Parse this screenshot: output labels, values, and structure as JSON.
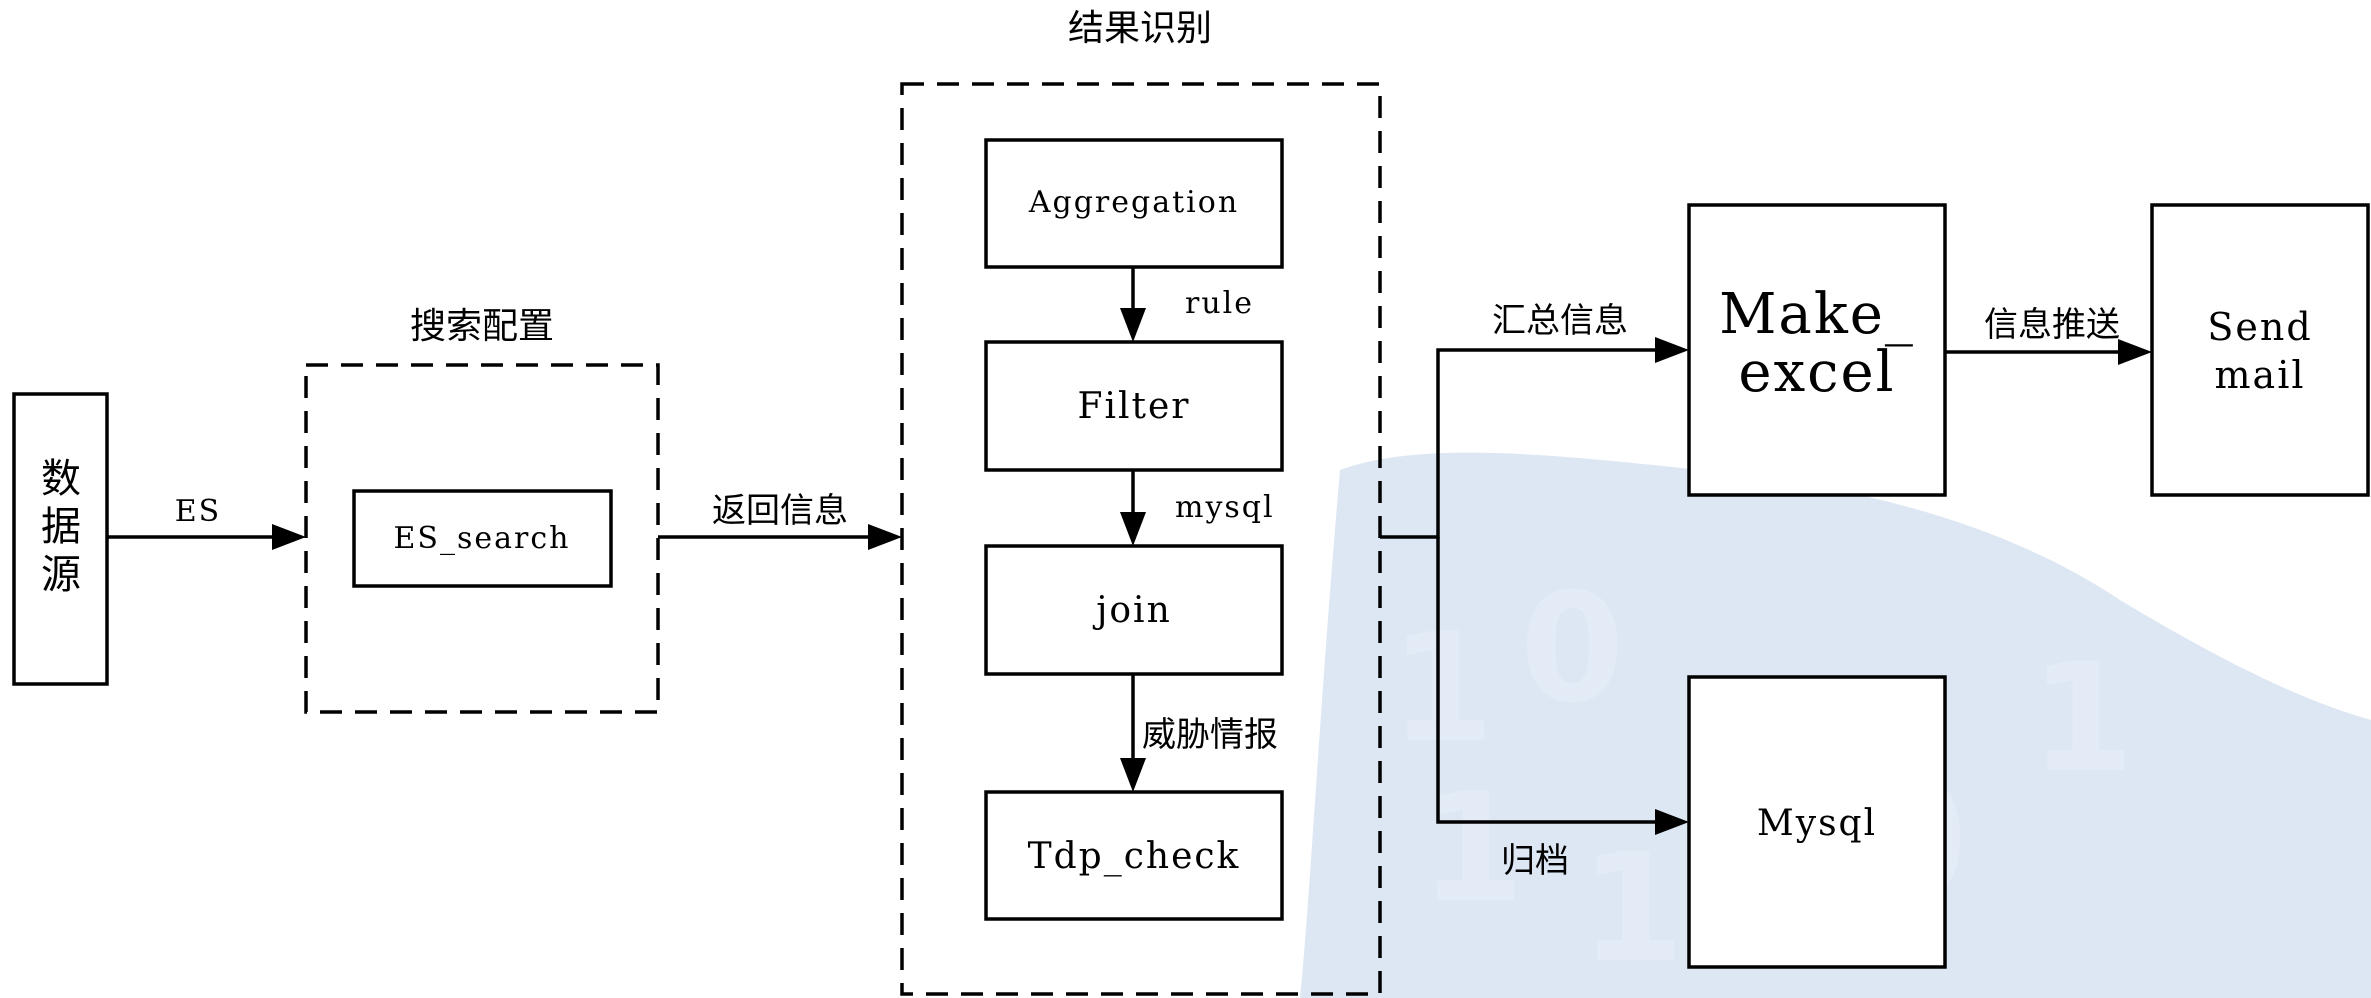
{
  "nodes": {
    "data_source": "数\n据\n源",
    "es_search": "ES_search",
    "aggregation": "Aggregation",
    "filter": "Filter",
    "join": "join",
    "tdp_check": "Tdp_check",
    "make_excel": "Make_\nexcel",
    "send_mail": "Send\nmail",
    "mysql": "Mysql"
  },
  "groups": {
    "search_config": "搜索配置",
    "result_recognition": "结果识别"
  },
  "edges": {
    "es": "ES",
    "return_info": "返回信息",
    "rule": "rule",
    "mysql": "mysql",
    "threat_intel": "威胁情报",
    "summary_info": "汇总信息",
    "info_push": "信息推送",
    "archive": "归档"
  },
  "watermark": {
    "digits": [
      "1",
      "0",
      "1",
      "1",
      "0",
      "1"
    ]
  },
  "colors": {
    "stroke": "#000000",
    "watermark": "#dde7f3"
  }
}
